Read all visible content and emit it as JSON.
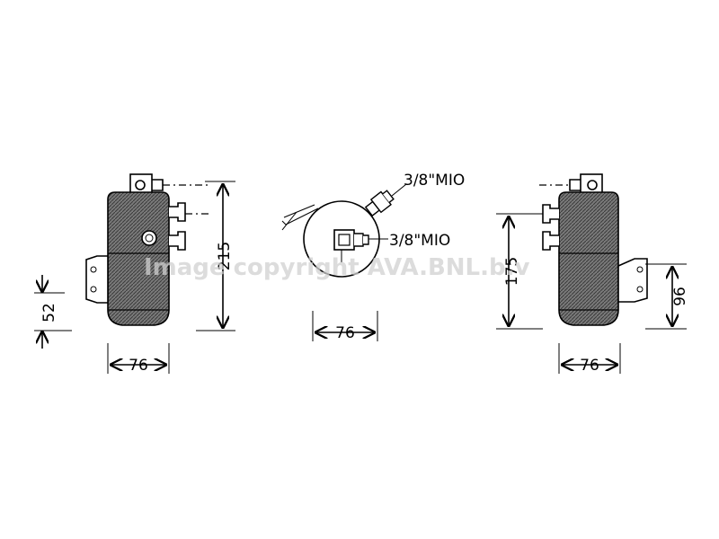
{
  "diagram": {
    "left_view": {
      "width_dim": "76",
      "height_dim": "215",
      "bracket_dim": "52"
    },
    "top_view": {
      "width_dim": "76",
      "port_upper_label": "3/8\"MIO",
      "port_lower_label": "3/8\"MIO"
    },
    "right_view": {
      "width_dim": "76",
      "height_dim": "175",
      "bracket_dim": "96"
    },
    "watermark": "Image copyright AVA.BNL.b.v"
  }
}
